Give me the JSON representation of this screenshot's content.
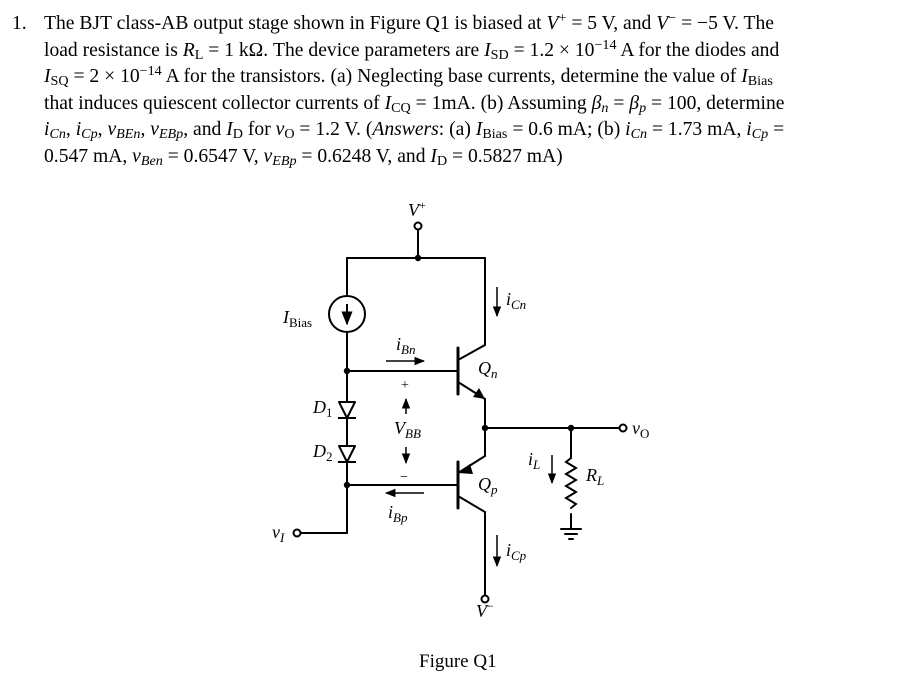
{
  "problem": {
    "number": "1.",
    "lines": [
      [
        "The BJT class-AB output stage shown in Figure Q1 is biased at ",
        {
          "i": "V"
        },
        {
          "sup": "+"
        },
        " = 5 V, and ",
        {
          "i": "V"
        },
        {
          "sup": "−"
        },
        " = −5 V. The"
      ],
      [
        "load resistance is ",
        {
          "i": "R"
        },
        {
          "sub": "L"
        },
        " = 1 kΩ. The device parameters are ",
        {
          "i": "I"
        },
        {
          "sub": "SD"
        },
        " = 1.2 × 10",
        {
          "sup": "−14"
        },
        " A for the diodes and"
      ],
      [
        {
          "i": "I"
        },
        {
          "sub": "SQ"
        },
        " = 2 × 10",
        {
          "sup": "−14"
        },
        " A for the transistors. (a) Neglecting base currents, determine the value of ",
        {
          "i": "I"
        },
        {
          "sub": "Bias"
        }
      ],
      [
        "that induces quiescent collector currents of ",
        {
          "i": "I"
        },
        {
          "sub": "CQ"
        },
        " = 1mA. (b) Assuming ",
        {
          "i": "β"
        },
        {
          "sub": "n"
        },
        " = ",
        {
          "i": "β"
        },
        {
          "sub": "p"
        },
        " = 100, determine"
      ],
      [
        {
          "i": "i"
        },
        {
          "sub": "Cn"
        },
        ", ",
        {
          "i": "i"
        },
        {
          "sub": "Cp"
        },
        ", ",
        {
          "i": "v"
        },
        {
          "sub": "BEn"
        },
        ", ",
        {
          "i": "v"
        },
        {
          "sub": "EBp"
        },
        ", and ",
        {
          "i": "I"
        },
        {
          "sub": "D"
        },
        " for ",
        {
          "i": "v"
        },
        {
          "sub": "O"
        },
        " = 1.2 V. (",
        {
          "i": "Answers"
        },
        ": (a) ",
        {
          "i": "I"
        },
        {
          "sub": "Bias"
        },
        " = 0.6 mA; (b) ",
        {
          "i": "i"
        },
        {
          "sub": "Cn"
        },
        " = 1.73 mA, ",
        {
          "i": "i"
        },
        {
          "sub": "Cp"
        },
        " ="
      ],
      [
        "0.547 mA, ",
        {
          "i": "v"
        },
        {
          "sub": "Ben"
        },
        " = 0.6547 V, ",
        {
          "i": "v"
        },
        {
          "sub": "EBp"
        },
        " = 0.6248 V, and ",
        {
          "i": "I"
        },
        {
          "sub": "D"
        },
        " = 0.5827 mA)"
      ]
    ]
  },
  "figure": {
    "caption": "Figure Q1",
    "labels": {
      "vplus": {
        "base": "V",
        "sup": "+"
      },
      "vminus": {
        "base": "V",
        "sup": "−"
      },
      "ibias": {
        "base": "I",
        "sub": "Bias"
      },
      "icn": {
        "base": "i",
        "sub": "Cn"
      },
      "icp": {
        "base": "i",
        "sub": "Cp"
      },
      "ibn": {
        "base": "i",
        "sub": "Bn"
      },
      "ibp": {
        "base": "i",
        "sub": "Bp"
      },
      "qn": {
        "base": "Q",
        "sub": "n"
      },
      "qp": {
        "base": "Q",
        "sub": "p"
      },
      "d1": {
        "base": "D",
        "sub": "1"
      },
      "d2": {
        "base": "D",
        "sub": "2"
      },
      "vbb": {
        "base": "V",
        "sub": "BB"
      },
      "vbb_plus": "+",
      "vbb_minus": "−",
      "il": {
        "base": "i",
        "sub": "L"
      },
      "rl": {
        "base": "R",
        "sub": "L"
      },
      "vo": {
        "base": "v",
        "sub": "O"
      },
      "vi": {
        "base": "v",
        "sub": "I"
      }
    }
  }
}
